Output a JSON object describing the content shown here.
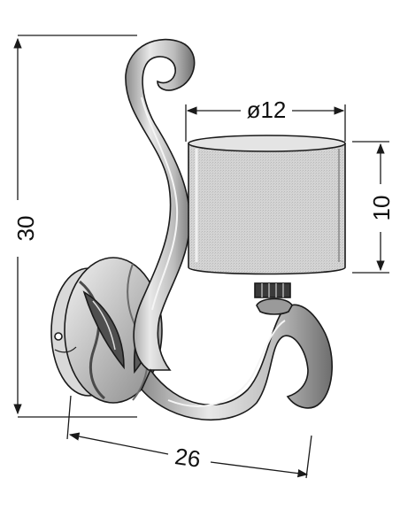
{
  "dimensions": {
    "height_total": "30",
    "width_total": "26",
    "shade_diameter": "ø12",
    "shade_height": "10"
  },
  "colors": {
    "line": "#1a1a1a",
    "fill_light": "#e6e6e6",
    "fill_mid": "#bdbdbd",
    "fill_dark": "#5a5a5a",
    "shade_fill": "#cfcfcf"
  }
}
